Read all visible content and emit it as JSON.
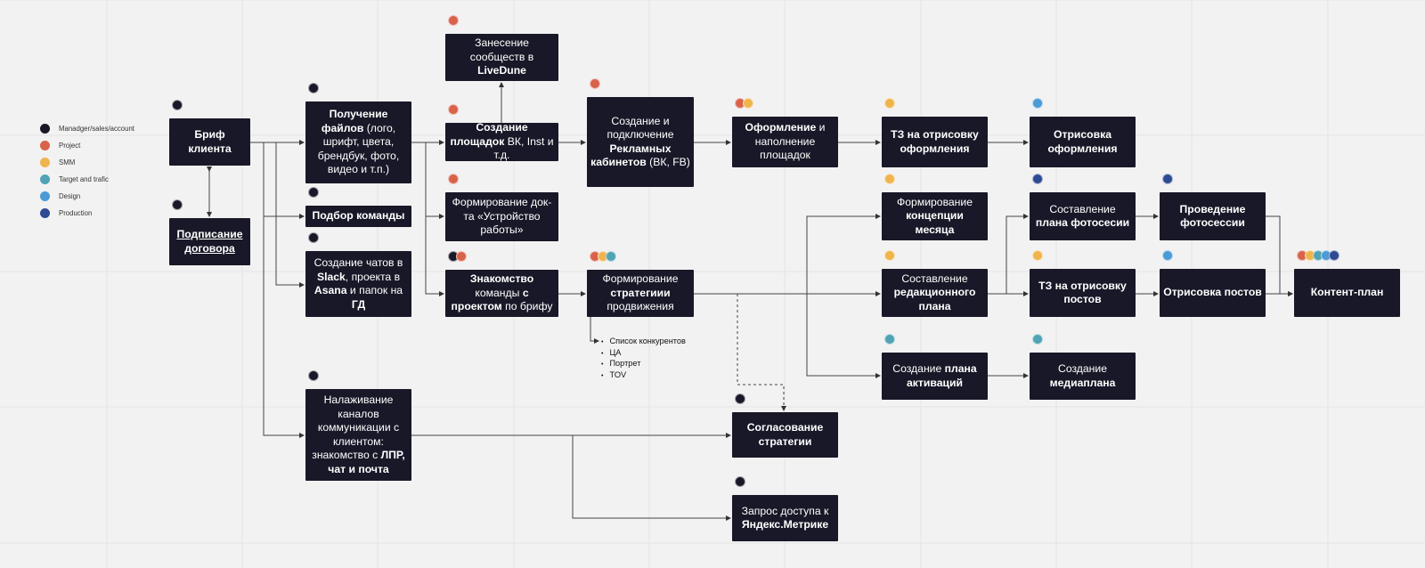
{
  "colors": {
    "manager": "#181828",
    "project": "#d9624b",
    "smm": "#f0b44c",
    "target": "#4fa3b4",
    "design": "#4c9ad6",
    "production": "#2d4a92",
    "node_bg": "#181828",
    "canvas": "#f2f2f2"
  },
  "legend": [
    {
      "role": "manager",
      "label": "Manadger/sales/account"
    },
    {
      "role": "project",
      "label": "Project"
    },
    {
      "role": "smm",
      "label": "SMM"
    },
    {
      "role": "target",
      "label": "Target and trafic"
    },
    {
      "role": "design",
      "label": "Design"
    },
    {
      "role": "production",
      "label": "Production"
    }
  ],
  "nodes": {
    "brief": {
      "roles": [
        "manager"
      ],
      "parts": [
        {
          "t": "Бриф клиента",
          "b": true
        }
      ]
    },
    "contract": {
      "roles": [
        "manager"
      ],
      "parts": [
        {
          "t": "Подписание договора",
          "b": true,
          "u": true
        }
      ]
    },
    "files": {
      "roles": [
        "manager"
      ],
      "parts": [
        {
          "t": "Получение файлов",
          "b": true
        },
        {
          "t": " (лого, шрифт, цвета, брендбук, фото, видео и т.п.)"
        }
      ]
    },
    "team": {
      "roles": [
        "manager"
      ],
      "parts": [
        {
          "t": "Подбор команды",
          "b": true
        }
      ]
    },
    "chats": {
      "roles": [
        "manager"
      ],
      "parts": [
        {
          "t": "Создание чатов в "
        },
        {
          "t": "Slack",
          "b": true
        },
        {
          "t": ", проекта в "
        },
        {
          "t": "Asana",
          "b": true
        },
        {
          "t": " и папок на "
        },
        {
          "t": "ГД",
          "b": true
        }
      ]
    },
    "channels": {
      "roles": [
        "manager"
      ],
      "parts": [
        {
          "t": "Налаживание каналов коммуникации с клиентом: знакомство с "
        },
        {
          "t": "ЛПР, чат и почта",
          "b": true
        }
      ]
    },
    "livedune": {
      "roles": [
        "project"
      ],
      "parts": [
        {
          "t": "Занесение сообществ в "
        },
        {
          "t": "LiveDune",
          "b": true
        }
      ]
    },
    "platforms": {
      "roles": [
        "project"
      ],
      "parts": [
        {
          "t": "Создание площадок",
          "b": true
        },
        {
          "t": " ВК, Inst и т.д."
        }
      ]
    },
    "doc": {
      "roles": [
        "project"
      ],
      "parts": [
        {
          "t": "Формирование док-та «Устройство работы»"
        }
      ]
    },
    "intro": {
      "roles": [
        "manager",
        "project"
      ],
      "parts": [
        {
          "t": "Знакомство",
          "b": true
        },
        {
          "t": " команды "
        },
        {
          "t": "с проектом",
          "b": true
        },
        {
          "t": " по брифу"
        }
      ]
    },
    "ads": {
      "roles": [
        "project"
      ],
      "parts": [
        {
          "t": "Создание и подключение "
        },
        {
          "t": "Рекламных кабинетов",
          "b": true
        },
        {
          "t": " (ВК, FB)"
        }
      ]
    },
    "strategy": {
      "roles": [
        "project",
        "smm",
        "target"
      ],
      "parts": [
        {
          "t": "Формирование "
        },
        {
          "t": "стратегиии",
          "b": true
        },
        {
          "t": " продвижения"
        }
      ]
    },
    "decor": {
      "roles": [
        "project",
        "smm"
      ],
      "parts": [
        {
          "t": "Оформление",
          "b": true
        },
        {
          "t": " и наполнение площадок"
        }
      ]
    },
    "approve": {
      "roles": [
        "manager"
      ],
      "parts": [
        {
          "t": "Согласование стратегии",
          "b": true
        }
      ]
    },
    "metrika": {
      "roles": [
        "manager"
      ],
      "parts": [
        {
          "t": "Запрос доступа к "
        },
        {
          "t": "Яндекс.Метрике",
          "b": true
        }
      ]
    },
    "tz_decor": {
      "roles": [
        "smm"
      ],
      "parts": [
        {
          "t": "ТЗ на отрисовку оформления",
          "b": true
        }
      ]
    },
    "concept": {
      "roles": [
        "smm"
      ],
      "parts": [
        {
          "t": "Формирование "
        },
        {
          "t": "концепции месяца",
          "b": true
        }
      ]
    },
    "editorial": {
      "roles": [
        "smm"
      ],
      "parts": [
        {
          "t": "Составление "
        },
        {
          "t": "редакционного плана",
          "b": true
        }
      ]
    },
    "activation": {
      "roles": [
        "target"
      ],
      "parts": [
        {
          "t": "Создание "
        },
        {
          "t": "плана активаций",
          "b": true
        }
      ]
    },
    "draw_decor": {
      "roles": [
        "design"
      ],
      "parts": [
        {
          "t": "Отрисовка оформления",
          "b": true
        }
      ]
    },
    "photo_plan": {
      "roles": [
        "production"
      ],
      "parts": [
        {
          "t": "Составление "
        },
        {
          "t": "плана фотосесии",
          "b": true
        }
      ]
    },
    "tz_posts": {
      "roles": [
        "smm"
      ],
      "parts": [
        {
          "t": "ТЗ на отрисовку постов",
          "b": true
        }
      ]
    },
    "mediaplan": {
      "roles": [
        "target"
      ],
      "parts": [
        {
          "t": "Создание "
        },
        {
          "t": "медиаплана",
          "b": true
        }
      ]
    },
    "photoshoot": {
      "roles": [
        "production"
      ],
      "parts": [
        {
          "t": "Проведение фотосессии",
          "b": true
        }
      ]
    },
    "draw_posts": {
      "roles": [
        "design"
      ],
      "parts": [
        {
          "t": "Отрисовка постов",
          "b": true
        }
      ]
    },
    "content_plan": {
      "roles": [
        "project",
        "smm",
        "target",
        "design",
        "production"
      ],
      "parts": [
        {
          "t": "Контент-план",
          "b": true
        }
      ]
    }
  },
  "strategy_note": [
    "Список конкурентов",
    "ЦА",
    "Портрет",
    "TOV"
  ]
}
